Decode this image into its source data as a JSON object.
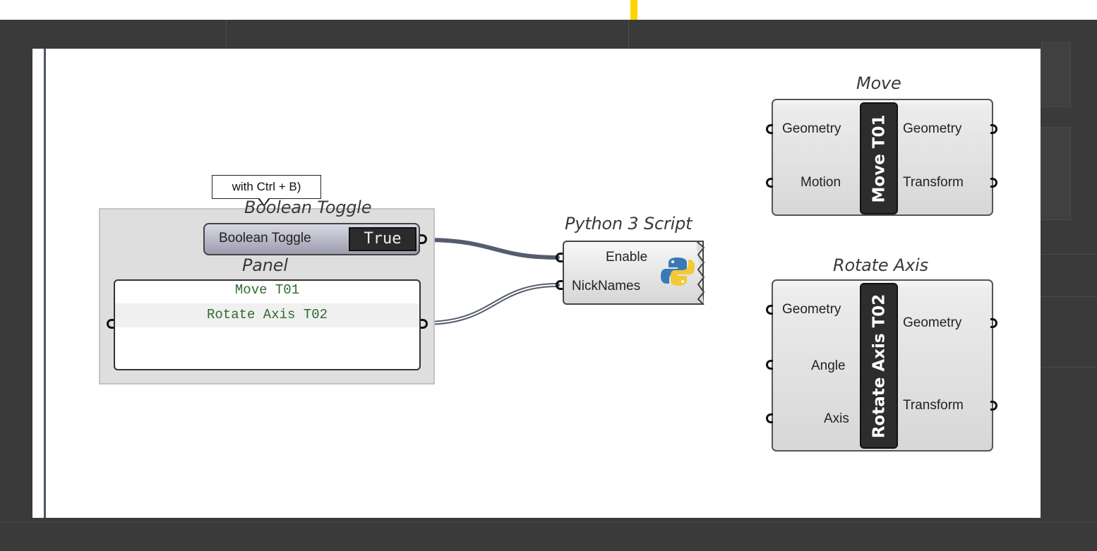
{
  "canvas": {
    "tooltip": "with Ctrl + B)",
    "group_title": "Boolean Toggle",
    "toggle": {
      "label": "Boolean Toggle",
      "value": "True"
    },
    "panel": {
      "title": "Panel",
      "lines": [
        "Move T01",
        "Rotate Axis T02"
      ]
    },
    "python": {
      "title": "Python 3 Script",
      "inputs": [
        "Enable",
        "NickNames"
      ],
      "icon": "python-logo-icon"
    },
    "move": {
      "title": "Move",
      "nickname": "Move T01",
      "inputs": [
        "Geometry",
        "Motion"
      ],
      "outputs": [
        "Geometry",
        "Transform"
      ]
    },
    "rotate": {
      "title": "Rotate Axis",
      "nickname": "Rotate Axis T02",
      "inputs": [
        "Geometry",
        "Angle",
        "Axis"
      ],
      "outputs": [
        "Geometry",
        "Transform"
      ]
    }
  },
  "colors": {
    "background": "#3a3a3a",
    "canvas": "#ffffff",
    "marker": "#ffd500",
    "panel_text": "#2f6b2f"
  }
}
